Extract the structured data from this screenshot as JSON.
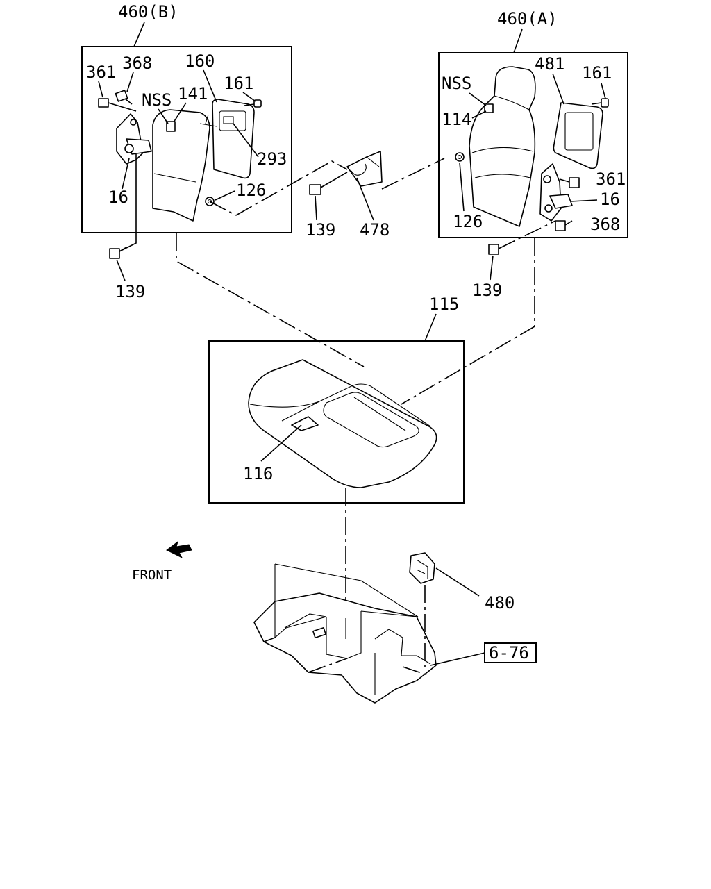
{
  "groups": {
    "left_assembly": "460(B)",
    "right_assembly": "460(A)",
    "cushion_assembly": "115"
  },
  "callouts": {
    "l_361": "361",
    "l_368": "368",
    "l_160": "160",
    "l_161": "161",
    "l_nss": "NSS",
    "l_141": "141",
    "l_293": "293",
    "l_16": "16",
    "l_126": "126",
    "l_139": "139",
    "m_139": "139",
    "m_478": "478",
    "r_481": "481",
    "r_161": "161",
    "r_nss": "NSS",
    "r_114": "114",
    "r_361": "361",
    "r_16": "16",
    "r_126": "126",
    "r_368": "368",
    "r_139": "139",
    "c_116": "116",
    "f_480": "480",
    "f_ref": "6-76"
  },
  "front_label": "FRONT",
  "icons": {
    "front_arrow": "arrow-down-left-icon"
  }
}
